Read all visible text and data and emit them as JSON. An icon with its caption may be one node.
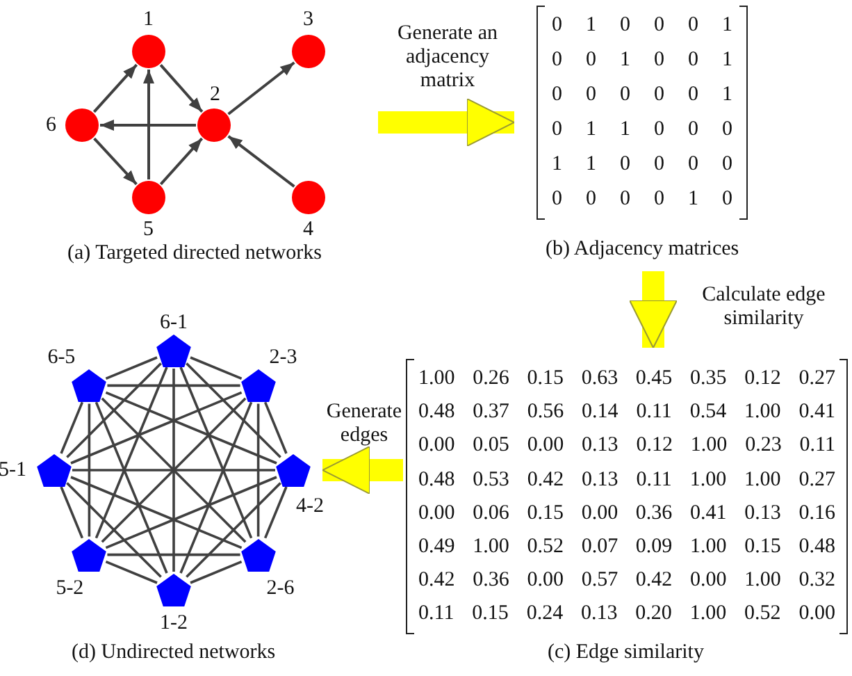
{
  "diagram": {
    "nodes": [
      {
        "text": [
          "(a) Targeted directed networks"
        ]
      },
      {
        "text": [
          "1"
        ],
        "in": 0
      },
      {
        "text": [
          "2"
        ],
        "in": 0
      },
      {
        "text": [
          "3"
        ],
        "in": 0
      },
      {
        "text": [
          "4"
        ],
        "in": 0
      },
      {
        "text": [
          "5"
        ],
        "in": 0
      },
      {
        "text": [
          "6"
        ],
        "in": 0
      },
      {
        "text": [
          "(b) Adjacency matrices"
        ]
      },
      {
        "text": [
          "0 1 0 0 0 1",
          "0 0 1 0 0 1",
          "0 0 0 0 0 1",
          "0 1 1 0 0 0",
          "1 1 0 0 0 0",
          "0 0 0 0 1 0"
        ],
        "in": 7
      },
      {
        "text": [
          "(c) Edge similarity"
        ]
      },
      {
        "text": [
          "1.00 0.26 0.15 0.63 0.45 0.35 0.12 0.27",
          "0.48 0.37 0.56 0.14 0.11 0.54 1.00 0.41",
          "0.00 0.05 0.00 0.13 0.12 1.00 0.23 0.11",
          "0.48 0.53 0.42 0.13 0.11 1.00 1.00 0.27",
          "0.00 0.06 0.15 0.00 0.36 0.41 0.13 0.16",
          "0.49 1.00 0.52 0.07 0.09 1.00 0.15 0.48",
          "0.42 0.36 0.00 0.57 0.42 0.00 1.00 0.32",
          "0.11 0.15 0.24 0.13 0.20 1.00 0.52 0.00"
        ],
        "in": 9
      },
      {
        "text": [
          "(d) Undirected networks"
        ]
      },
      {
        "text": [
          "6-1"
        ],
        "in": 11
      },
      {
        "text": [
          "2-3"
        ],
        "in": 11
      },
      {
        "text": [
          "4-2"
        ],
        "in": 11
      },
      {
        "text": [
          "2-6"
        ],
        "in": 11
      },
      {
        "text": [
          "1-2"
        ],
        "in": 11
      },
      {
        "text": [
          "5-2"
        ],
        "in": 11
      },
      {
        "text": [
          "5-1"
        ],
        "in": 11
      },
      {
        "text": [
          "6-5"
        ],
        "in": 11
      }
    ],
    "edges": [
      {
        "from": 6,
        "to": 1,
        "arrow": "to"
      },
      {
        "from": 1,
        "to": 2,
        "arrow": "to"
      },
      {
        "from": 5,
        "to": 1,
        "arrow": "to"
      },
      {
        "from": 2,
        "to": 6,
        "arrow": "to"
      },
      {
        "from": 6,
        "to": 5,
        "arrow": "to"
      },
      {
        "from": 5,
        "to": 2,
        "arrow": "to"
      },
      {
        "from": 2,
        "to": 3,
        "arrow": "to"
      },
      {
        "from": 4,
        "to": 2,
        "arrow": "to"
      },
      {
        "from": 0,
        "to": 7,
        "arrow": "to",
        "label": "Generate an adjacency matrix",
        "style": "thick",
        "color": "#ffff00"
      },
      {
        "from": 7,
        "to": 9,
        "arrow": "to",
        "label": "Calculate edge similarity",
        "style": "thick",
        "color": "#ffff00"
      },
      {
        "from": 9,
        "to": 11,
        "arrow": "to",
        "label": "Generate edges",
        "style": "thick",
        "color": "#ffff00"
      },
      {
        "from": 12,
        "to": 13,
        "arrow": "none"
      },
      {
        "from": 12,
        "to": 14,
        "arrow": "none"
      },
      {
        "from": 12,
        "to": 15,
        "arrow": "none"
      },
      {
        "from": 12,
        "to": 16,
        "arrow": "none"
      },
      {
        "from": 12,
        "to": 17,
        "arrow": "none"
      },
      {
        "from": 12,
        "to": 18,
        "arrow": "none"
      },
      {
        "from": 12,
        "to": 19,
        "arrow": "none"
      },
      {
        "from": 13,
        "to": 14,
        "arrow": "none"
      },
      {
        "from": 13,
        "to": 15,
        "arrow": "none"
      },
      {
        "from": 13,
        "to": 16,
        "arrow": "none"
      },
      {
        "from": 13,
        "to": 17,
        "arrow": "none"
      },
      {
        "from": 13,
        "to": 18,
        "arrow": "none"
      },
      {
        "from": 13,
        "to": 19,
        "arrow": "none"
      },
      {
        "from": 14,
        "to": 15,
        "arrow": "none"
      },
      {
        "from": 14,
        "to": 16,
        "arrow": "none"
      },
      {
        "from": 14,
        "to": 17,
        "arrow": "none"
      },
      {
        "from": 14,
        "to": 18,
        "arrow": "none"
      },
      {
        "from": 14,
        "to": 19,
        "arrow": "none"
      },
      {
        "from": 15,
        "to": 16,
        "arrow": "none"
      },
      {
        "from": 15,
        "to": 17,
        "arrow": "none"
      },
      {
        "from": 15,
        "to": 18,
        "arrow": "none"
      },
      {
        "from": 15,
        "to": 19,
        "arrow": "none"
      },
      {
        "from": 16,
        "to": 17,
        "arrow": "none"
      },
      {
        "from": 16,
        "to": 18,
        "arrow": "none"
      },
      {
        "from": 16,
        "to": 19,
        "arrow": "none"
      },
      {
        "from": 17,
        "to": 18,
        "arrow": "none"
      },
      {
        "from": 17,
        "to": 19,
        "arrow": "none"
      },
      {
        "from": 18,
        "to": 19,
        "arrow": "none"
      }
    ]
  }
}
